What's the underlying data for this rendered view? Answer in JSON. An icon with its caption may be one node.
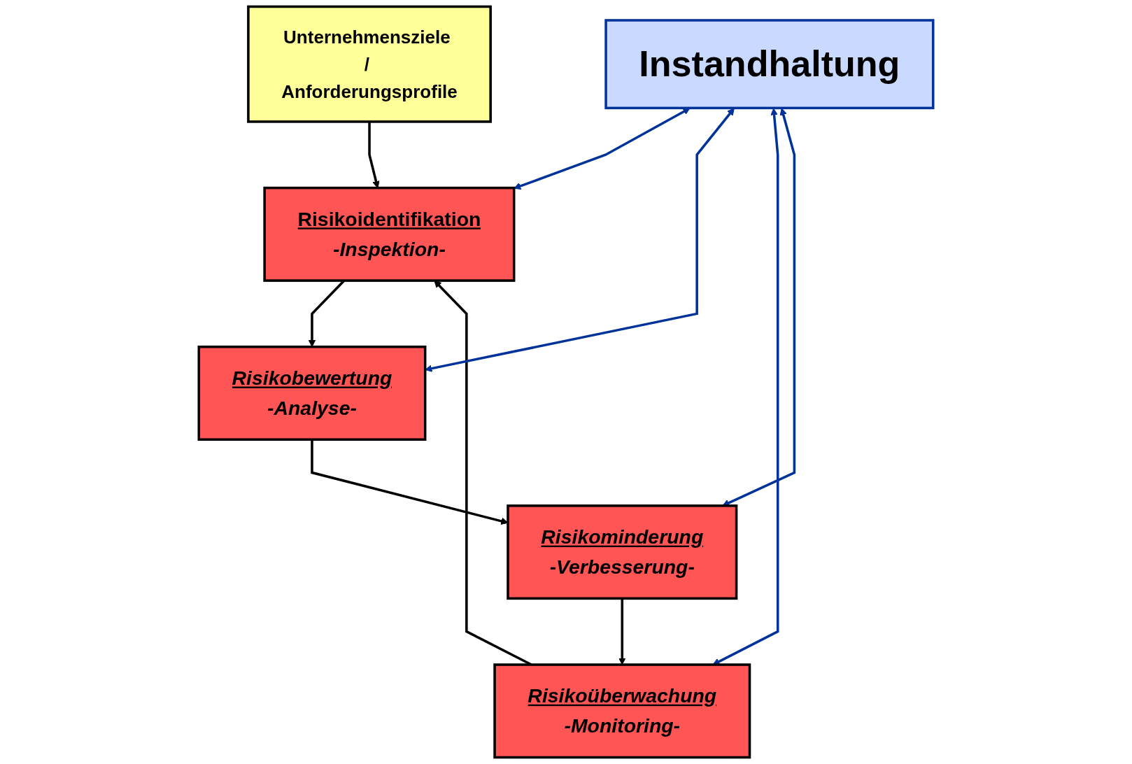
{
  "diagram": {
    "nodes": [
      {
        "text": [
          "Unternehmensziele / Anforderungsprofile"
        ]
      },
      {
        "text": [
          "Risikoidentifikation",
          "-Inspektion-"
        ]
      },
      {
        "text": [
          "Risikobewertung",
          "-Analyse-"
        ]
      },
      {
        "text": [
          "Instandhaltung"
        ]
      },
      {
        "text": [
          "Risikoüberwachung",
          "-Monitoring-"
        ]
      },
      {
        "text": [
          "Risikominderung",
          "-Verbesserung-"
        ]
      }
    ],
    "edges": [
      {
        "from": 0,
        "to": 1,
        "arrow": "to"
      },
      {
        "from": 1,
        "to": 2,
        "arrow": "to"
      },
      {
        "from": 2,
        "to": 5,
        "arrow": "to"
      },
      {
        "from": 5,
        "to": 4,
        "arrow": "to"
      },
      {
        "from": 4,
        "to": 1,
        "arrow": "to"
      },
      {
        "from": 3,
        "to": 1,
        "arrow": "both",
        "color": "#003399"
      },
      {
        "from": 3,
        "to": 2,
        "arrow": "both",
        "color": "#003399"
      },
      {
        "from": 3,
        "to": 4,
        "arrow": "both",
        "color": "#003399"
      },
      {
        "from": 3,
        "to": 5,
        "arrow": "both",
        "color": "#003399"
      }
    ]
  }
}
